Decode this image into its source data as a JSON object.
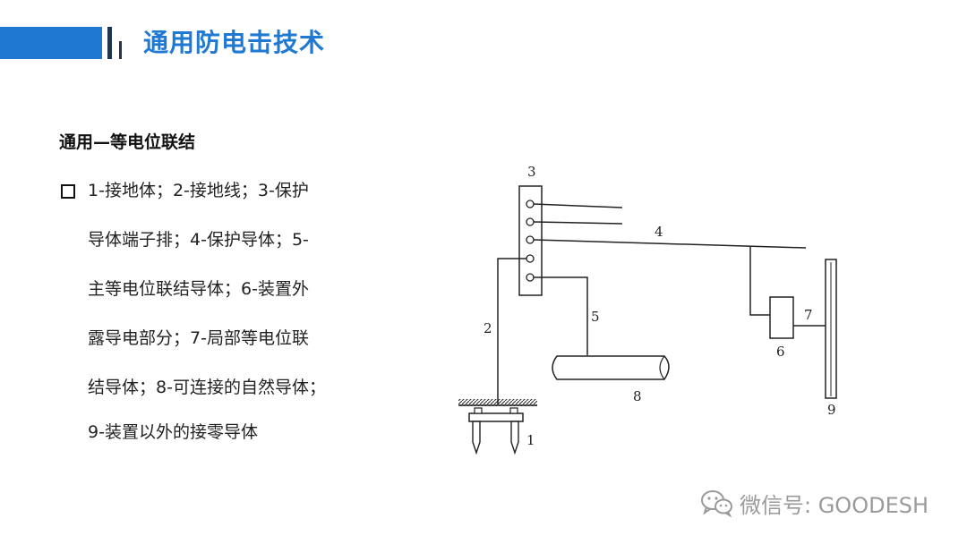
{
  "header": {
    "title": "通用防电击技术"
  },
  "section": {
    "heading": "通用—等电位联结",
    "lines": [
      "1-接地体；2-接地线；3-保护",
      "导体端子排；4-保护导体；5-",
      "主等电位联结导体；6-装置外",
      "露导电部分；7-局部等电位联",
      "结导体；8-可连接的自然导体；",
      "9-装置以外的接零导体"
    ]
  },
  "diagram": {
    "labels": [
      "1",
      "2",
      "3",
      "4",
      "5",
      "6",
      "7",
      "8",
      "9"
    ]
  },
  "watermark": {
    "text": "微信号: GOODESH",
    "icon": "wechat-icon"
  },
  "colors": {
    "accent": "#1f78d1",
    "dark_stripe": "#1f3550",
    "watermark": "#9a9a9a"
  }
}
